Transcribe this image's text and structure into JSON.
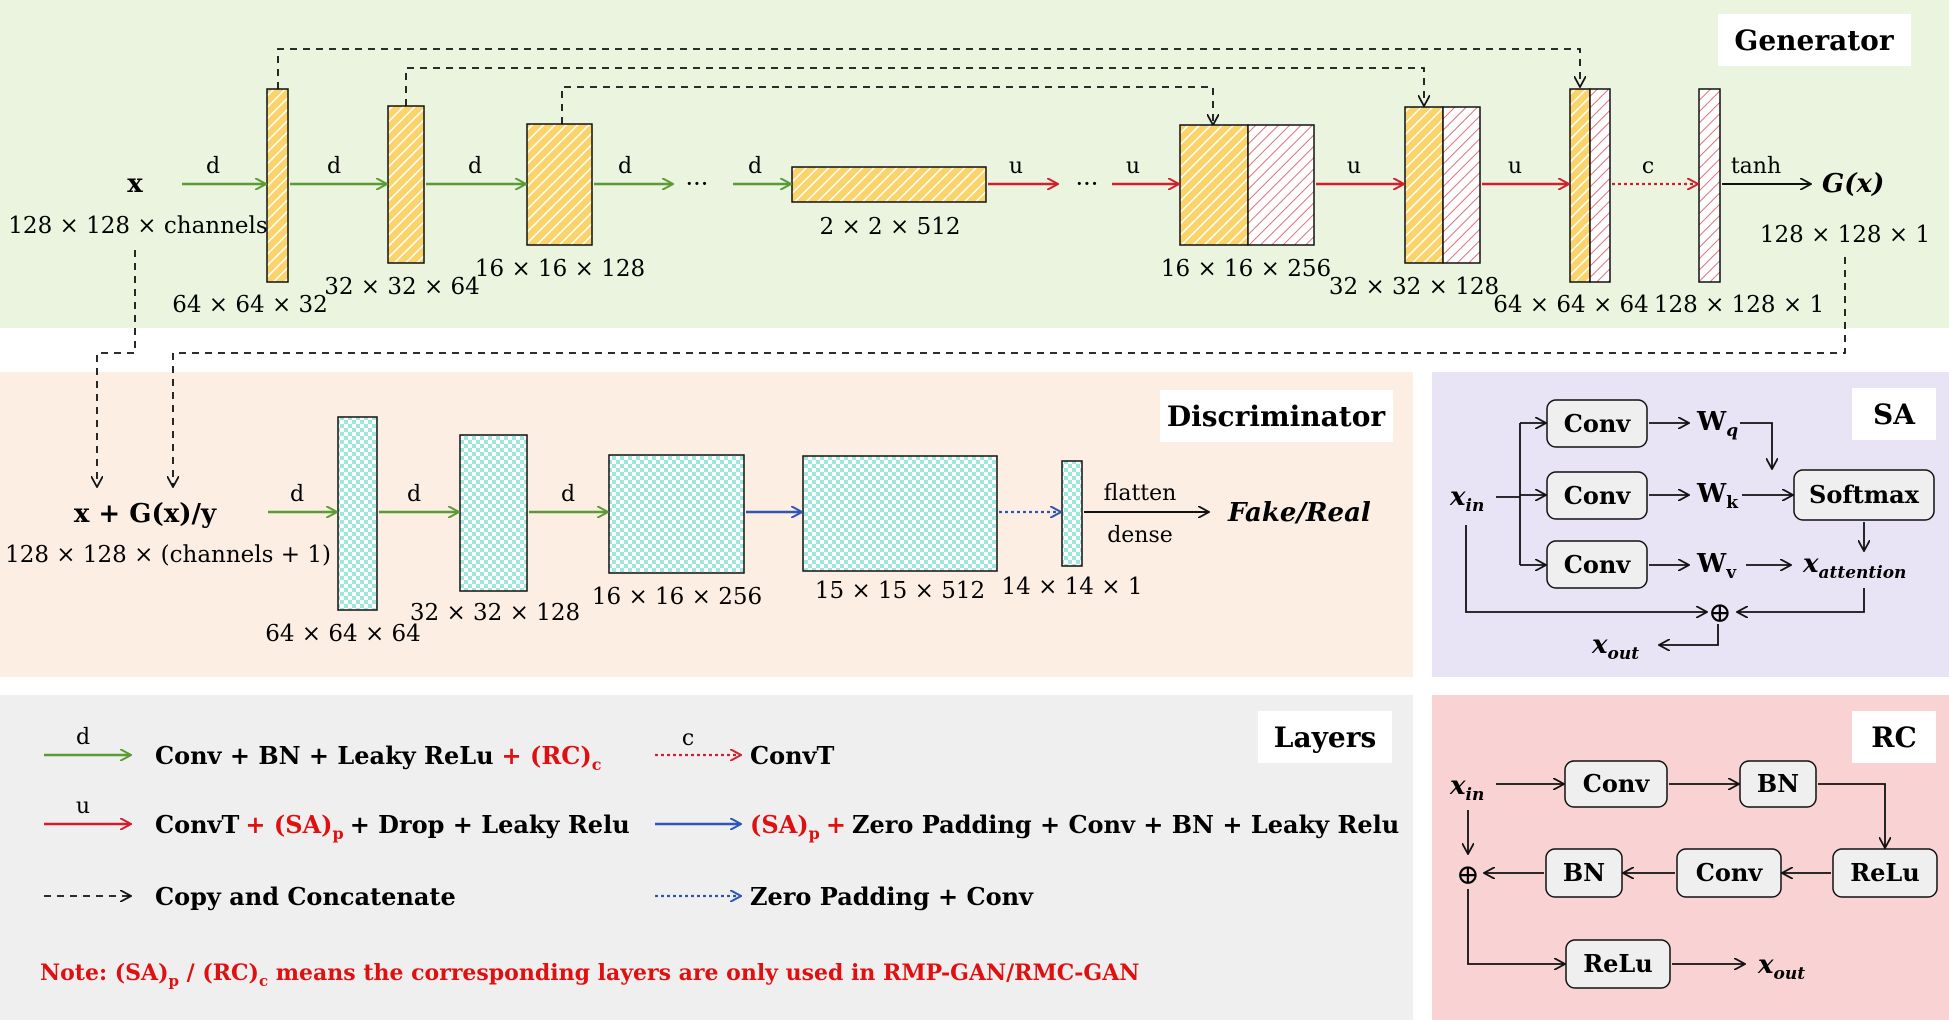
{
  "panels": {
    "generator": {
      "title": "Generator",
      "color": "#eaf4df"
    },
    "discriminator": {
      "title": "Discriminator",
      "color": "#fdeee4"
    },
    "sa": {
      "title": "SA",
      "color": "#e9e4f5"
    },
    "layers": {
      "title": "Layers",
      "color": "#efefef"
    },
    "rc": {
      "title": "RC",
      "color": "#f9d3d3"
    }
  },
  "colors": {
    "green_arrow": "#5b9a35",
    "red_arrow": "#d0202f",
    "blue_arrow": "#2f56b4",
    "yellow_block": "#fbd36b",
    "pink_block": "#f5c9cc",
    "cyan_block": "#9fe6df",
    "note_red": "#e01010"
  },
  "generator": {
    "input_symbol": "x",
    "input_size": "128 × 128 × channels",
    "op_d": "d",
    "op_u": "u",
    "op_c": "c",
    "op_tanh": "tanh",
    "ellipsis": "···",
    "output_symbol": "G(x)",
    "output_size": "128 × 128 × 1",
    "blocks": [
      {
        "label": "64 × 64 × 32"
      },
      {
        "label": "32 × 32 × 64"
      },
      {
        "label": "16 × 16 × 128"
      },
      {
        "label": "2 × 2 × 512"
      },
      {
        "label": "16 × 16 × 256"
      },
      {
        "label": "32 × 32 × 128"
      },
      {
        "label": "64 × 64 × 64"
      },
      {
        "label": "128 × 128 × 1"
      }
    ]
  },
  "discriminator": {
    "input_expr": "x + G(x)/y",
    "input_size": "128 × 128 × (channels + 1)",
    "op_d": "d",
    "flatten": "flatten",
    "dense": "dense",
    "output": "Fake/Real",
    "blocks": [
      {
        "label": "64 × 64 × 64"
      },
      {
        "label": "32 × 32 × 128"
      },
      {
        "label": "16 × 16 × 256"
      },
      {
        "label": "15 × 15 × 512"
      },
      {
        "label": "14 × 14 × 1"
      }
    ]
  },
  "sa": {
    "x_in": "x",
    "x_in_sub": "in",
    "conv": "Conv",
    "wq": "W",
    "wq_sub": "q",
    "wk": "W",
    "wk_sub": "k",
    "wv": "W",
    "wv_sub": "v",
    "softmax": "Softmax",
    "x_att": "x",
    "x_att_sub": "attention",
    "oplus": "⊕",
    "x_out": "x",
    "x_out_sub": "out"
  },
  "layers": {
    "d_label": "d",
    "d_text": "Conv + BN + Leaky ReLu",
    "d_extra": "+ (RC)",
    "d_extra_sub": "c",
    "c_label": "c",
    "c_text": "ConvT",
    "u_label": "u",
    "u_text1": "ConvT",
    "u_extra": "+ (SA)",
    "u_extra_sub": "p",
    "u_text2": "+ Drop + Leaky Relu",
    "blue_extra": "(SA)",
    "blue_extra_sub": "p",
    "blue_plus": "+",
    "blue_text": "Zero Padding + Conv + BN + Leaky Relu",
    "copy_text": "Copy and Concatenate",
    "dotted_blue_text": "Zero Padding + Conv",
    "note_prefix": "Note: (SA)",
    "note_sub1": "p",
    "note_mid": " / (RC)",
    "note_sub2": "c",
    "note_rest": "  means the corresponding layers are only used in RMP-GAN/RMC-GAN"
  },
  "rc": {
    "x_in": "x",
    "x_in_sub": "in",
    "conv": "Conv",
    "bn": "BN",
    "relu": "ReLu",
    "oplus": "⊕",
    "x_out": "x",
    "x_out_sub": "out"
  }
}
